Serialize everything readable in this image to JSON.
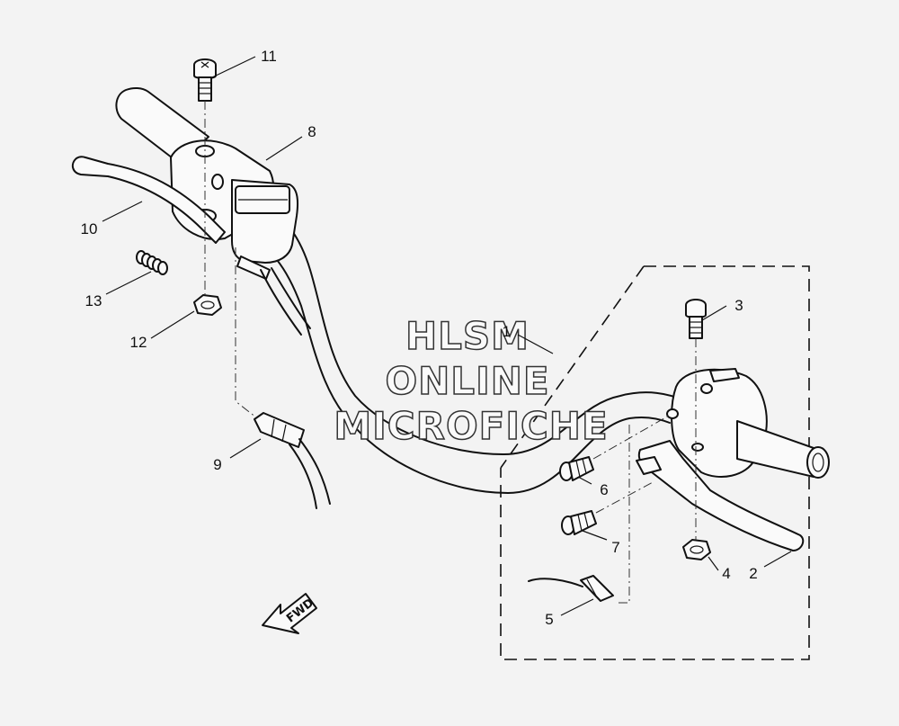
{
  "watermark": {
    "line1": "HLSM",
    "line2": "ONLINE",
    "line3": "MICROFICHE"
  },
  "fwd_label": "FWD",
  "callouts": {
    "c1": "1",
    "c2": "2",
    "c3": "3",
    "c4": "4",
    "c5": "5",
    "c6": "6",
    "c7": "7",
    "c8": "8",
    "c9": "9",
    "c10": "10",
    "c11": "11",
    "c12": "12",
    "c13": "13"
  }
}
